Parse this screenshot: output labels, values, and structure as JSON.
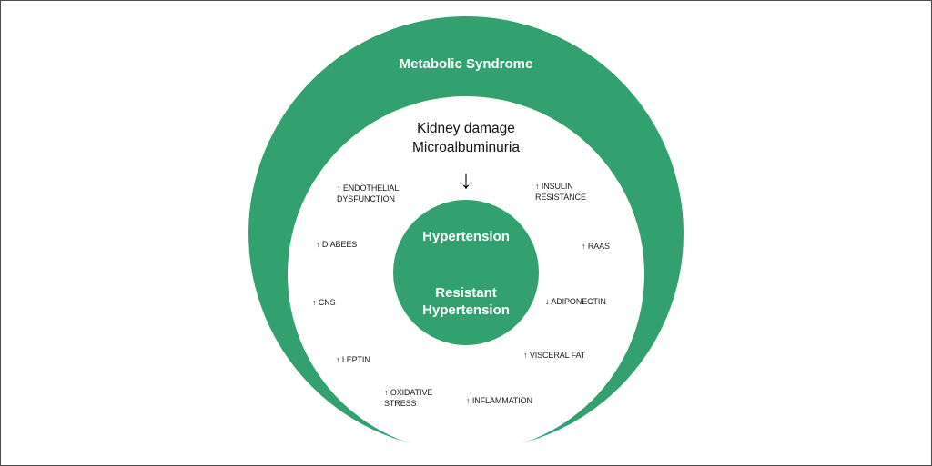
{
  "colors": {
    "green": "#33a070",
    "white": "#ffffff",
    "text": "#1a1a1a",
    "border": "#4a4a4a"
  },
  "outer_circle": {
    "label": "Metabolic Syndrome"
  },
  "inner_header": {
    "line1": "Kidney damage",
    "line2": "Microalbuminuria",
    "arrow": "↓",
    "arrow_icon": "down-arrow-icon"
  },
  "core_circle": {
    "label_top": "Hypertension",
    "label_bottom_line1": "Resistant",
    "label_bottom_line2": "Hypertension"
  },
  "factors": [
    {
      "arrow": "↑",
      "line1": "ENDOTHELIAL",
      "line2": "DYSFUNCTION"
    },
    {
      "arrow": "↑",
      "line1": "INSULIN",
      "line2": "RESISTANCE"
    },
    {
      "arrow": "↑",
      "line1": "DIABEES"
    },
    {
      "arrow": "↑",
      "line1": "RAAS"
    },
    {
      "arrow": "↑",
      "line1": "CNS"
    },
    {
      "arrow": "↓",
      "line1": "ADIPONECTIN"
    },
    {
      "arrow": "↑",
      "line1": "LEPTIN"
    },
    {
      "arrow": "↑",
      "line1": "VISCERAL FAT"
    },
    {
      "arrow": "↑",
      "line1": "OXIDATIVE",
      "line2": "STRESS"
    },
    {
      "arrow": "↑",
      "line1": "INFLAMMATION"
    }
  ]
}
